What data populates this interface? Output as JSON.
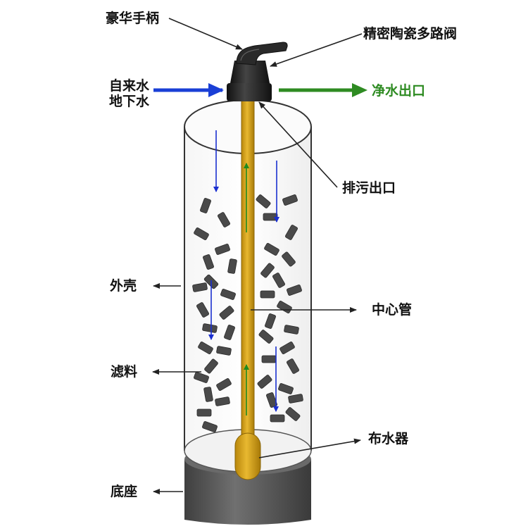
{
  "labels": {
    "handle": "豪华手柄",
    "valve": "精密陶瓷多路阀",
    "inlet_line1": "自来水",
    "inlet_line2": "地下水",
    "outlet": "净水出口",
    "drain": "排污出口",
    "shell": "外壳",
    "center_tube": "中心管",
    "media": "滤料",
    "distributor": "布水器",
    "base": "底座"
  },
  "colors": {
    "inflow_arrow": "#1a3fd6",
    "outflow_arrow": "#2e8b22",
    "flow_down": "#1a2fd0",
    "flow_up": "#1f8a1f",
    "center_tube": "#d4a017",
    "media": "#4a4a4a",
    "base": "#5a5a5a",
    "valve": "#1c1c1c"
  }
}
